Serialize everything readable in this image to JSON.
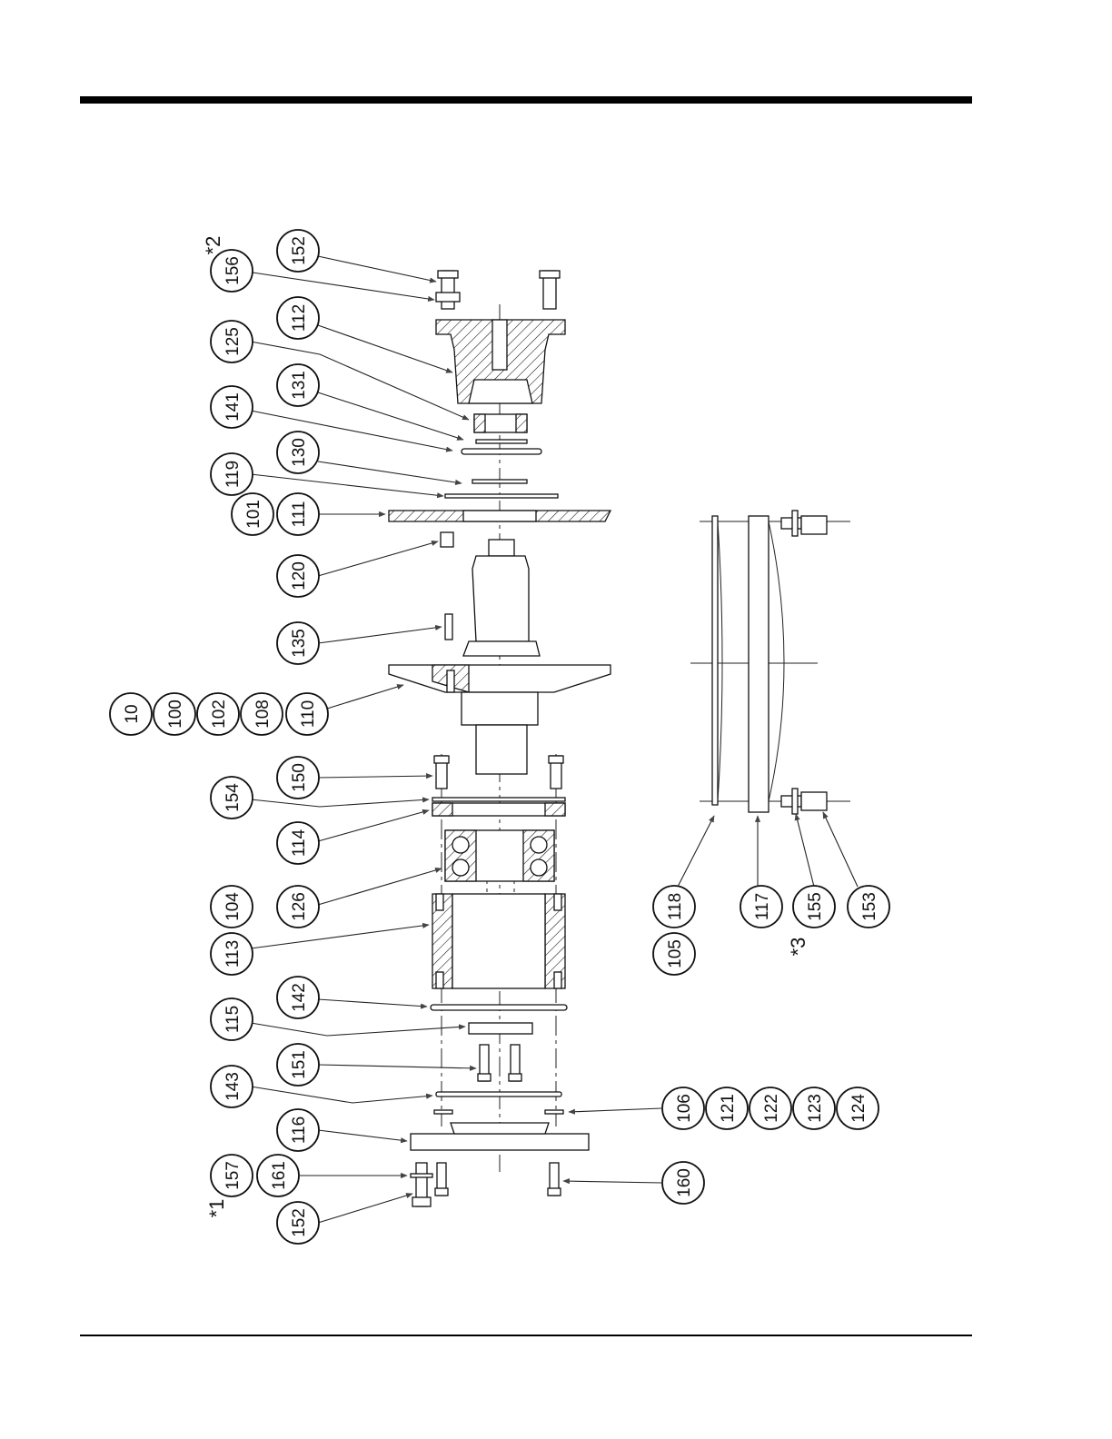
{
  "callouts": [
    {
      "label": "152"
    },
    {
      "label": "156"
    },
    {
      "label": "112"
    },
    {
      "label": "125"
    },
    {
      "label": "131"
    },
    {
      "label": "141"
    },
    {
      "label": "130"
    },
    {
      "label": "119"
    },
    {
      "label": "101"
    },
    {
      "label": "111"
    },
    {
      "label": "120"
    },
    {
      "label": "135"
    },
    {
      "label": "10"
    },
    {
      "label": "100"
    },
    {
      "label": "102"
    },
    {
      "label": "108"
    },
    {
      "label": "110"
    },
    {
      "label": "150"
    },
    {
      "label": "154"
    },
    {
      "label": "114"
    },
    {
      "label": "126"
    },
    {
      "label": "104"
    },
    {
      "label": "113"
    },
    {
      "label": "142"
    },
    {
      "label": "115"
    },
    {
      "label": "151"
    },
    {
      "label": "143"
    },
    {
      "label": "116"
    },
    {
      "label": "157"
    },
    {
      "label": "161"
    },
    {
      "label": "152"
    },
    {
      "label": "160"
    },
    {
      "label": "106"
    },
    {
      "label": "121"
    },
    {
      "label": "122"
    },
    {
      "label": "123"
    },
    {
      "label": "124"
    },
    {
      "label": "118"
    },
    {
      "label": "105"
    },
    {
      "label": "117"
    },
    {
      "label": "155"
    },
    {
      "label": "153"
    }
  ],
  "notes": [
    {
      "label": "*2"
    },
    {
      "label": "*1"
    },
    {
      "label": "*3"
    }
  ]
}
